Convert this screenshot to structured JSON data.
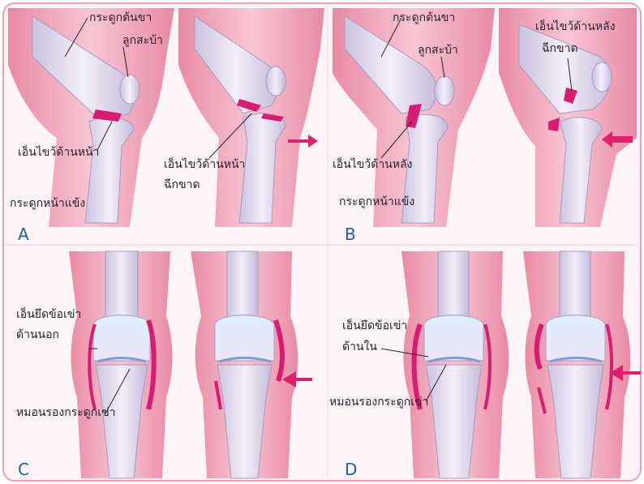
{
  "colors": {
    "frame_border": "#e7a3b4",
    "skin": "#f2aec0",
    "skin_dark": "#d97f97",
    "bone": "#e8e2f2",
    "bone_shadow": "#b9b0d1",
    "ligament": "#d81b73",
    "arrow": "#e0206f",
    "label_text": "#2a2030",
    "panel_letter": "#1e5fa8"
  },
  "panels": {
    "A": {
      "letter": "A",
      "labels": {
        "femur": "กระดูกต้นขา",
        "patella": "ลูกสะบ้า",
        "acl": "เอ็นไขว้ด้านหน้า",
        "acl_torn_1": "เอ็นไขว้ด้านหน้า",
        "acl_torn_2": "ฉีกขาด",
        "tibia": "กระดูกหน้าแข้ง"
      }
    },
    "B": {
      "letter": "B",
      "labels": {
        "femur": "กระดูกต้นขา",
        "patella": "ลูกสะบ้า",
        "pcl": "เอ็นไขว้ด้านหลัง",
        "tibia": "กระดูกหน้าแข้ง",
        "pcl_torn_1": "เอ็นไขว้ด้านหลัง",
        "pcl_torn_2": "ฉีกขาด"
      }
    },
    "C": {
      "letter": "C",
      "labels": {
        "lcl_1": "เอ็นยึดข้อเข่า",
        "lcl_2": "ด้านนอก",
        "meniscus": "หมอนรองกระดูกเข่า"
      }
    },
    "D": {
      "letter": "D",
      "labels": {
        "mcl_1": "เอ็นยึดข้อเข่า",
        "mcl_2": "ด้านใน",
        "meniscus": "หมอนรองกระดูกเข่า"
      }
    }
  }
}
